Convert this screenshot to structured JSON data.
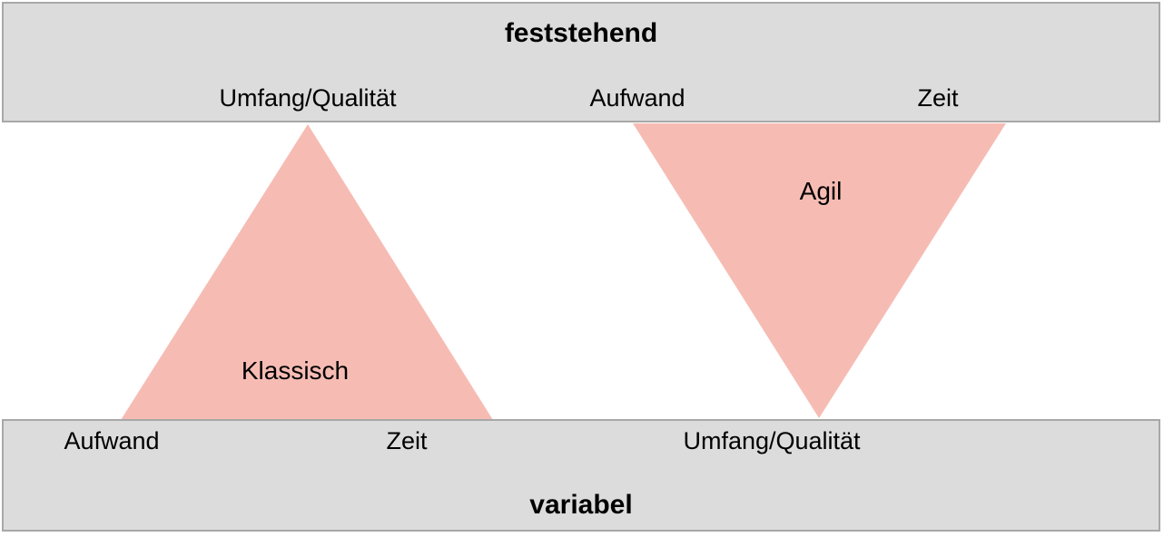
{
  "diagram": {
    "top_band": {
      "title": "feststehend",
      "labels": [
        "Umfang/Qualität",
        "Aufwand",
        "Zeit"
      ]
    },
    "bottom_band": {
      "title": "variabel",
      "labels": [
        "Aufwand",
        "Zeit",
        "Umfang/Qualität"
      ]
    },
    "triangles": [
      {
        "label": "Klassisch",
        "orientation": "up"
      },
      {
        "label": "Agil",
        "orientation": "down"
      }
    ],
    "colors": {
      "triangle_fill": "#f6bcb4",
      "band_fill": "#dcdcdc",
      "band_border": "#a8a8a8",
      "text": "#000000"
    }
  }
}
